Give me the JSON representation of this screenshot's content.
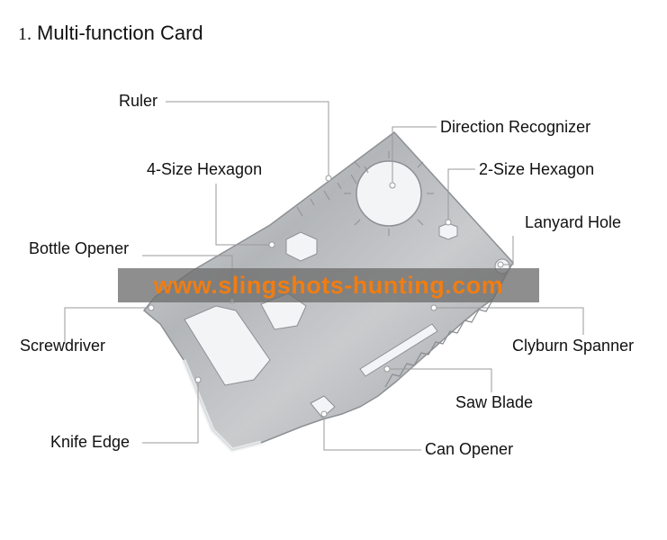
{
  "title": {
    "number": "1.",
    "text": "Multi-function Card"
  },
  "labels": {
    "ruler": "Ruler",
    "direction_recognizer": "Direction Recognizer",
    "hexagon_4": "4-Size Hexagon",
    "hexagon_2": "2-Size Hexagon",
    "lanyard_hole": "Lanyard Hole",
    "bottle_opener": "Bottle Opener",
    "screwdriver": "Screwdriver",
    "clyburn_spanner": "Clyburn Spanner",
    "saw_blade": "Saw Blade",
    "knife_edge": "Knife Edge",
    "can_opener": "Can Opener"
  },
  "watermark": "www.slingshots-hunting.com",
  "colors": {
    "watermark_text": "#f07d12",
    "leader_line": "#9a9a9a",
    "card": "#b9bcbf"
  }
}
